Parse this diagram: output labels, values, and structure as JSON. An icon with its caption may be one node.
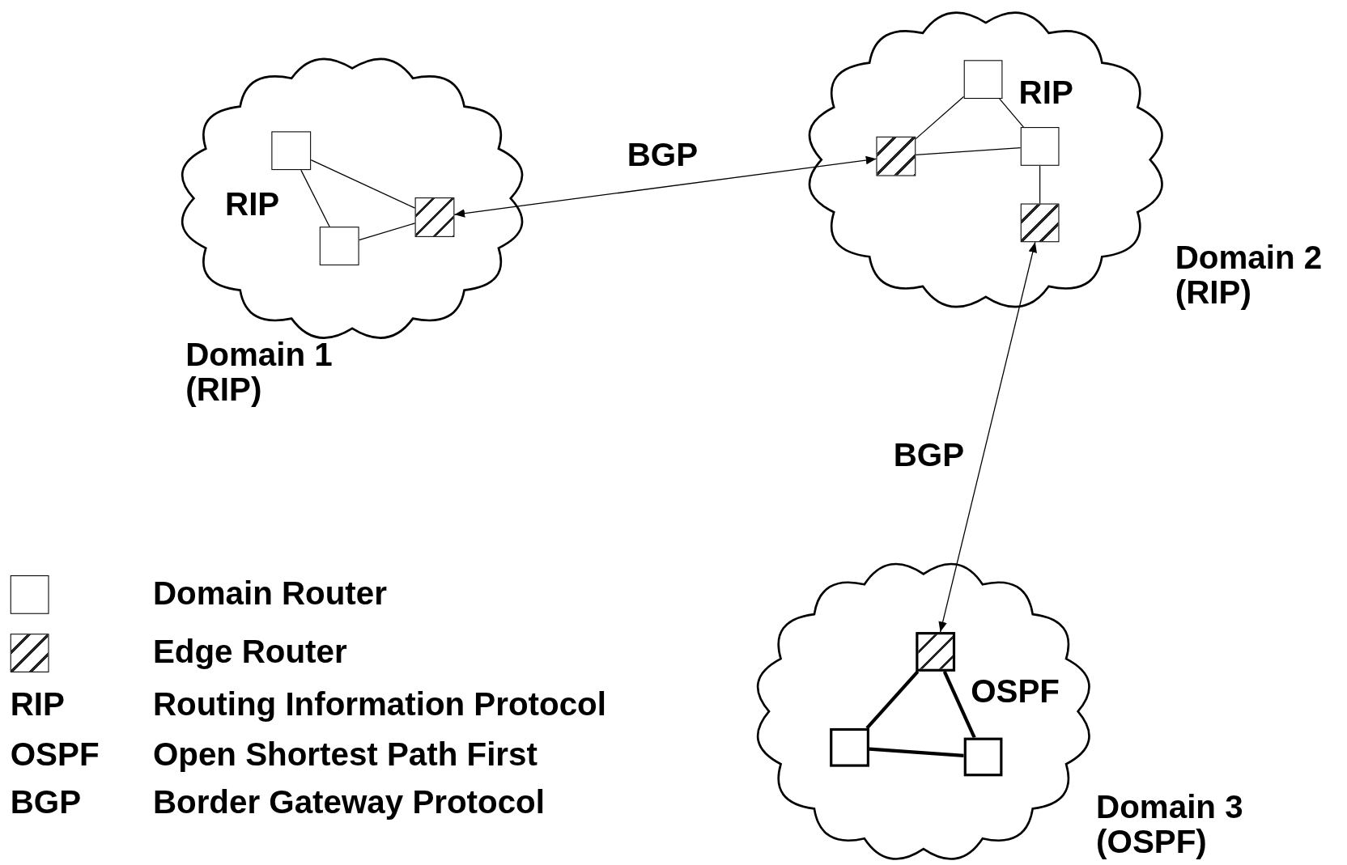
{
  "diagram": {
    "nodes": [
      {
        "text": [
          "RIP",
          "Domain 1 (RIP)"
        ]
      },
      {
        "text": [],
        "shape": "box",
        "in": 0
      },
      {
        "text": [],
        "shape": "box",
        "in": 0
      },
      {
        "text": [],
        "shape": "box",
        "in": 0
      },
      {
        "text": [
          "RIP",
          "Domain 2 (RIP)"
        ]
      },
      {
        "text": [],
        "shape": "box",
        "in": 4
      },
      {
        "text": [],
        "shape": "box",
        "in": 4
      },
      {
        "text": [],
        "shape": "box",
        "in": 4
      },
      {
        "text": [],
        "shape": "box",
        "in": 4
      },
      {
        "text": [
          "OSPF",
          "Domain 3 (OSPF)"
        ]
      },
      {
        "text": [],
        "shape": "box",
        "in": 9
      },
      {
        "text": [],
        "shape": "box",
        "in": 9
      },
      {
        "text": [],
        "shape": "box",
        "in": 9
      }
    ],
    "edges": [
      {
        "from": 1,
        "to": 3,
        "arrow": "none"
      },
      {
        "from": 1,
        "to": 2,
        "arrow": "none"
      },
      {
        "from": 2,
        "to": 3,
        "arrow": "none"
      },
      {
        "from": 3,
        "to": 6,
        "arrow": "both",
        "label": "BGP"
      },
      {
        "from": 5,
        "to": 6,
        "arrow": "none"
      },
      {
        "from": 5,
        "to": 7,
        "arrow": "none"
      },
      {
        "from": 6,
        "to": 7,
        "arrow": "none"
      },
      {
        "from": 7,
        "to": 8,
        "arrow": "none"
      },
      {
        "from": 8,
        "to": 10,
        "arrow": "both",
        "label": "BGP"
      },
      {
        "from": 10,
        "to": 11,
        "arrow": "none",
        "style": "thick"
      },
      {
        "from": 10,
        "to": 12,
        "arrow": "none",
        "style": "thick"
      },
      {
        "from": 11,
        "to": 12,
        "arrow": "none",
        "style": "thick"
      }
    ],
    "labels": [
      "RIP",
      "Routing Information Protocol",
      "OSPF",
      "Open Shortest Path First",
      "BGP",
      "Border Gateway Protocol"
    ],
    "legend": [
      {
        "text": "Domain Router"
      },
      {
        "text": "Edge Router"
      }
    ]
  }
}
